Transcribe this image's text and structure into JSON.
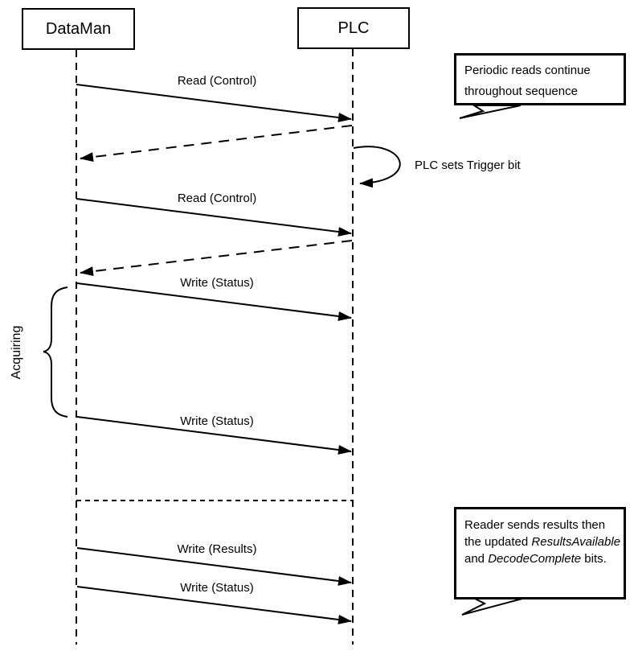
{
  "colors": {
    "ink": "#000000",
    "background": "#ffffff"
  },
  "actors": {
    "left": {
      "label": "DataMan"
    },
    "right": {
      "label": "PLC"
    }
  },
  "messages": [
    {
      "label": "Read (Control)",
      "from": "DataMan",
      "to": "PLC",
      "line": "solid"
    },
    {
      "label": "",
      "from": "PLC",
      "to": "DataMan",
      "line": "dashed"
    },
    {
      "label": "Read (Control)",
      "from": "DataMan",
      "to": "PLC",
      "line": "solid"
    },
    {
      "label": "",
      "from": "PLC",
      "to": "DataMan",
      "line": "dashed"
    },
    {
      "label": "Write (Status)",
      "from": "DataMan",
      "to": "PLC",
      "line": "solid"
    },
    {
      "label": "Write (Status)",
      "from": "DataMan",
      "to": "PLC",
      "line": "solid"
    },
    {
      "label": "Write (Results)",
      "from": "DataMan",
      "to": "PLC",
      "line": "solid"
    },
    {
      "label": "Write (Status)",
      "from": "DataMan",
      "to": "PLC",
      "line": "solid"
    }
  ],
  "self_message": {
    "label": "PLC sets Trigger bit",
    "actor": "PLC"
  },
  "phase_brace": {
    "label": "Acquiring"
  },
  "callout_top": {
    "line1": "Periodic reads continue",
    "line2": "throughout sequence"
  },
  "callout_bottom": {
    "line1": "Reader sends results then",
    "line2_prefix": "the updated ",
    "line2_italic": "ResultsAvailable",
    "line3_prefix": "and ",
    "line3_italic": "DecodeComplete",
    "line3_suffix": " bits."
  }
}
